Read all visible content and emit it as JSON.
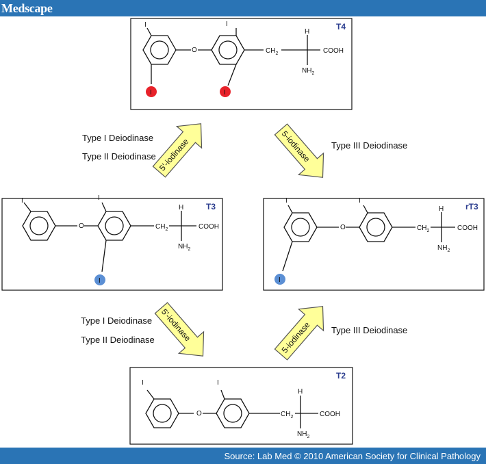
{
  "header": {
    "brand": "Medscape"
  },
  "footer": {
    "source": "Source: Lab Med © 2010 American Society for Clinical Pathology"
  },
  "molecules": {
    "t4": {
      "name": "T4"
    },
    "t3": {
      "name": "T3"
    },
    "rt3": {
      "name": "rT3"
    },
    "t2": {
      "name": "T2"
    }
  },
  "atoms": {
    "iodine": "I",
    "oxygen": "O",
    "hydrogen": "H",
    "ch2": "CH",
    "ch2_sub": "2",
    "cooh": "COOH",
    "nh2": "NH",
    "nh2_sub": "2"
  },
  "enzymes": {
    "t4_to_t3": [
      "Type I Deiodinase",
      "Type II Deiodinase"
    ],
    "t4_to_rt3": "Type III Deiodinase",
    "t3_to_t2": [
      "Type I Deiodinase",
      "Type II Deiodinase"
    ],
    "rt3_to_t2": "Type III Deiodinase"
  },
  "arrows": {
    "outer_ring": "5'-iodinase",
    "inner_ring": "5-iodinase"
  },
  "colors": {
    "brand_bar": "#2a74b5",
    "outer_iodine_highlight": "#e8222a",
    "inner_iodine_highlight": "#5b8fd4",
    "arrow_fill": "#ffff99",
    "title": "#2c3e8f"
  }
}
